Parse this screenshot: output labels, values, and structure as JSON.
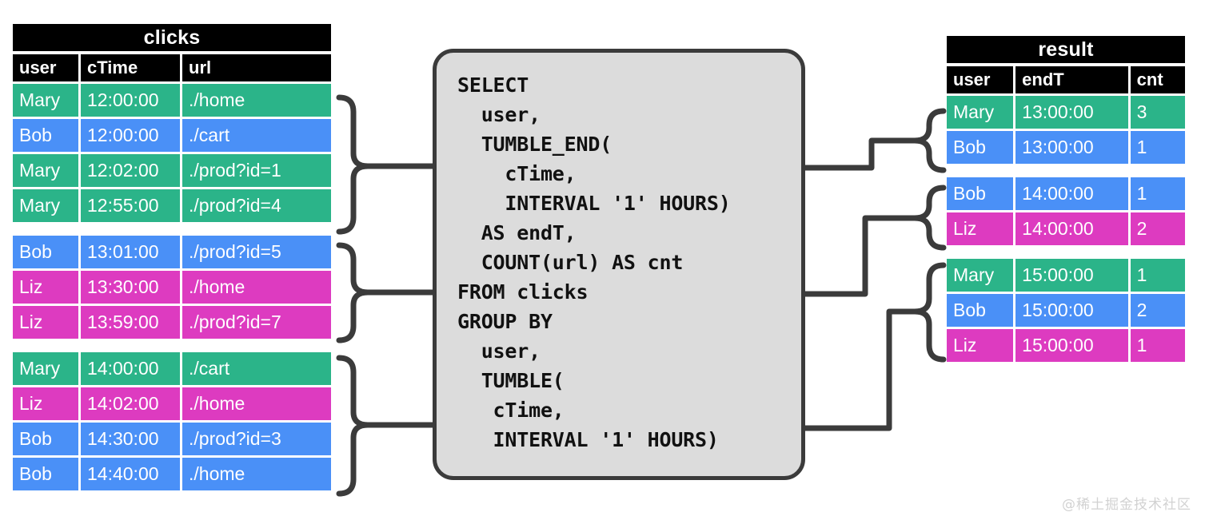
{
  "clicks_table": {
    "title": "clicks",
    "columns": [
      "user",
      "cTime",
      "url"
    ],
    "groups": [
      {
        "rows": [
          {
            "user": "Mary",
            "cTime": "12:00:00",
            "url": "./home",
            "color": "green"
          },
          {
            "user": "Bob",
            "cTime": "12:00:00",
            "url": "./cart",
            "color": "blue"
          },
          {
            "user": "Mary",
            "cTime": "12:02:00",
            "url": "./prod?id=1",
            "color": "green"
          },
          {
            "user": "Mary",
            "cTime": "12:55:00",
            "url": "./prod?id=4",
            "color": "green"
          }
        ]
      },
      {
        "rows": [
          {
            "user": "Bob",
            "cTime": "13:01:00",
            "url": "./prod?id=5",
            "color": "blue"
          },
          {
            "user": "Liz",
            "cTime": "13:30:00",
            "url": "./home",
            "color": "pink"
          },
          {
            "user": "Liz",
            "cTime": "13:59:00",
            "url": "./prod?id=7",
            "color": "pink"
          }
        ]
      },
      {
        "rows": [
          {
            "user": "Mary",
            "cTime": "14:00:00",
            "url": "./cart",
            "color": "green"
          },
          {
            "user": "Liz",
            "cTime": "14:02:00",
            "url": "./home",
            "color": "pink"
          },
          {
            "user": "Bob",
            "cTime": "14:30:00",
            "url": "./prod?id=3",
            "color": "blue"
          },
          {
            "user": "Bob",
            "cTime": "14:40:00",
            "url": "./home",
            "color": "blue"
          }
        ]
      }
    ]
  },
  "result_table": {
    "title": "result",
    "columns": [
      "user",
      "endT",
      "cnt"
    ],
    "groups": [
      {
        "rows": [
          {
            "user": "Mary",
            "endT": "13:00:00",
            "cnt": "3",
            "color": "green"
          },
          {
            "user": "Bob",
            "endT": "13:00:00",
            "cnt": "1",
            "color": "blue"
          }
        ]
      },
      {
        "rows": [
          {
            "user": "Bob",
            "endT": "14:00:00",
            "cnt": "1",
            "color": "blue"
          },
          {
            "user": "Liz",
            "endT": "14:00:00",
            "cnt": "2",
            "color": "pink"
          }
        ]
      },
      {
        "rows": [
          {
            "user": "Mary",
            "endT": "15:00:00",
            "cnt": "1",
            "color": "green"
          },
          {
            "user": "Bob",
            "endT": "15:00:00",
            "cnt": "2",
            "color": "blue"
          },
          {
            "user": "Liz",
            "endT": "15:00:00",
            "cnt": "1",
            "color": "pink"
          }
        ]
      }
    ]
  },
  "query": {
    "sql": "SELECT\n  user,\n  TUMBLE_END(\n    cTime,\n    INTERVAL '1' HOURS)\n  AS endT,\n  COUNT(url) AS cnt\nFROM clicks\nGROUP BY\n  user,\n  TUMBLE(\n   cTime,\n   INTERVAL '1' HOURS)"
  },
  "watermark": {
    "text": "@稀土掘金技术社区"
  },
  "colors": {
    "green": "#2bb489",
    "blue": "#4a90f7",
    "pink": "#dd3bc0",
    "header": "#000000",
    "box_fill": "#dcdcdc",
    "box_stroke": "#3b3b3b",
    "wire": "#3b3b3b"
  }
}
